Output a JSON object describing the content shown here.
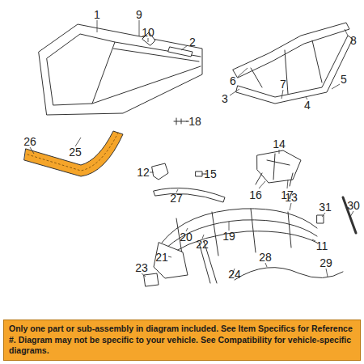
{
  "diagram": {
    "nodes": [
      {
        "text": [
          "Only one part or sub-assembly in diagram included. See Item Specifics for Reference #. Diagram may not be specific to your vehicle. See Compatibility for vehicle-specific diagrams."
        ]
      }
    ],
    "labels": [
      "1",
      "9",
      "10",
      "2",
      "8",
      "6",
      "5",
      "3",
      "7",
      "4",
      "26",
      "25",
      "18",
      "14",
      "12",
      "15",
      "16",
      "17",
      "31",
      "30",
      "13",
      "27",
      "11",
      "20",
      "22",
      "19",
      "21",
      "24",
      "28",
      "29",
      "23"
    ]
  }
}
